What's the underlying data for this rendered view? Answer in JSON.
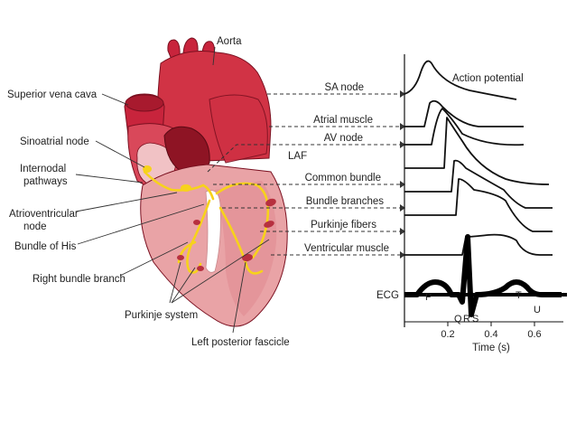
{
  "heart_labels": {
    "aorta": "Aorta",
    "superior_vena_cava": "Superior vena cava",
    "sinoatrial_node_line1": "Sinoatrial node",
    "internodal_line1": "Internodal",
    "internodal_line2": "pathways",
    "atrioventricular_line1": "Atrioventricular",
    "atrioventricular_line2": "node",
    "bundle_of_his": "Bundle of His",
    "right_bundle_branch": "Right bundle branch",
    "purkinje_system": "Purkinje system",
    "left_posterior_fascicle": "Left posterior fascicle",
    "laf": "LAF"
  },
  "trace_labels": {
    "sa_node": "SA node",
    "atrial_muscle": "Atrial muscle",
    "av_node": "AV node",
    "common_bundle": "Common bundle",
    "bundle_branches": "Bundle branches",
    "purkinje_fibers": "Purkinje fibers",
    "ventricular_muscle": "Ventricular muscle",
    "action_potential": "Action potential"
  },
  "ecg": {
    "label": "ECG",
    "waves": {
      "p": "P",
      "q": "Q",
      "r": "R",
      "s": "S",
      "t": "T",
      "u": "U"
    }
  },
  "time_axis": {
    "tick_labels": [
      "0.2",
      "0.4",
      "0.6"
    ],
    "title": "Time (s)"
  },
  "colors": {
    "heart_dark": "#c8243c",
    "heart_mid": "#d9485a",
    "chamber_dark": "#8e1424",
    "ventricle_light": "#e9a3a6",
    "ventricle_lighter": "#f3c6c6",
    "conduction": "#f7d21b",
    "line": "#222222"
  }
}
